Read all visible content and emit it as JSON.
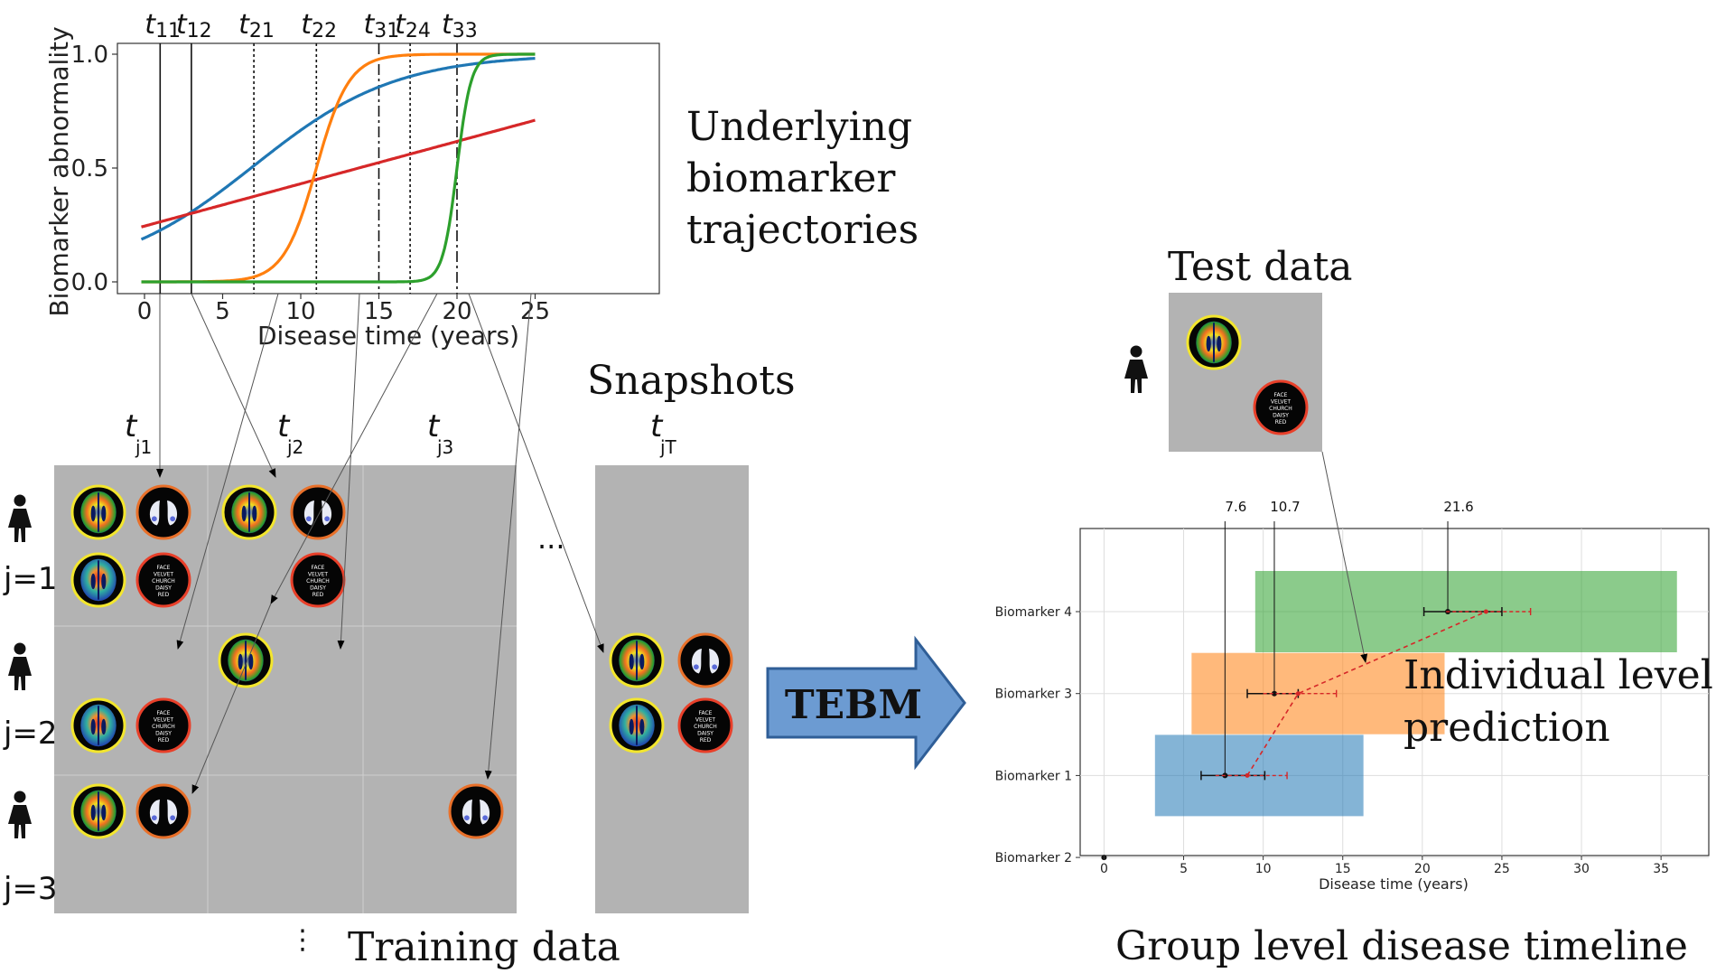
{
  "top_chart": {
    "ylabel": "Biomarker abnormality",
    "xlabel": "Disease time (years)",
    "x_ticks": [
      "0",
      "5",
      "10",
      "15",
      "20",
      "25"
    ],
    "y_ticks": [
      "0.0",
      "0.5",
      "1.0"
    ],
    "time_labels": [
      {
        "base": "t",
        "sub": "11"
      },
      {
        "base": "t",
        "sub": "12"
      },
      {
        "base": "t",
        "sub": "21"
      },
      {
        "base": "t",
        "sub": "22"
      },
      {
        "base": "t",
        "sub": "31"
      },
      {
        "base": "t",
        "sub": "24"
      },
      {
        "base": "t",
        "sub": "33"
      }
    ],
    "colors": {
      "blue": "#1f77b4",
      "orange": "#ff7f0e",
      "green": "#2ca02c",
      "red": "#d62728"
    }
  },
  "labels": {
    "underlying": [
      "Underlying",
      "biomarker",
      "trajectories"
    ],
    "snapshots": "Snapshots",
    "training": "Training data",
    "test": "Test data",
    "tebm": "TEBM",
    "individual": [
      "Individual level",
      "prediction"
    ],
    "group": "Group level disease timeline",
    "ellipsis_h": "...",
    "ellipsis_v": "⋮"
  },
  "columns": [
    {
      "base": "t",
      "sub": "j1"
    },
    {
      "base": "t",
      "sub": "j2"
    },
    {
      "base": "t",
      "sub": "j3"
    },
    {
      "base": "t",
      "sub": "jT"
    }
  ],
  "rows": [
    "j=1",
    "j=2",
    "j=3"
  ],
  "word_list": [
    "FACE",
    "VELVET",
    "CHURCH",
    "DAISY",
    "RED"
  ],
  "chart_data": {
    "type": "bar",
    "xlabel": "Disease time (years)",
    "x_ticks": [
      "0",
      "5",
      "10",
      "15",
      "20",
      "25",
      "30",
      "35"
    ],
    "xlim": [
      -1.5,
      38
    ],
    "categories": [
      "Biomarker 4",
      "Biomarker 3",
      "Biomarker 1",
      "Biomarker 2"
    ],
    "bars": [
      {
        "category": "Biomarker 4",
        "start": 9.5,
        "end": 36,
        "color": "#2ca02c"
      },
      {
        "category": "Biomarker 3",
        "start": 5.5,
        "end": 21.4,
        "color": "#ff7f0e"
      },
      {
        "category": "Biomarker 1",
        "start": 3.2,
        "end": 16.3,
        "color": "#1f77b4"
      }
    ],
    "points": [
      {
        "category": "Biomarker 4",
        "x": 21.6,
        "err_low": 20.1,
        "err_high": 25
      },
      {
        "category": "Biomarker 3",
        "x": 10.7,
        "err_low": 9,
        "err_high": 12.2
      },
      {
        "category": "Biomarker 1",
        "x": 7.6,
        "err_low": 6.1,
        "err_high": 10.1
      },
      {
        "category": "Biomarker 2",
        "x": 0,
        "err_low": 0,
        "err_high": 0
      }
    ],
    "prediction_points": [
      {
        "category": "Biomarker 1",
        "x": 9.0,
        "err_low": 7.0,
        "err_high": 11.5
      },
      {
        "category": "Biomarker 3",
        "x": 12.2,
        "err_low": 10.0,
        "err_high": 14.6
      },
      {
        "category": "Biomarker 4",
        "x": 24.0,
        "err_low": 21.5,
        "err_high": 26.8
      }
    ],
    "annotations": [
      "7.6",
      "10.7",
      "21.6"
    ]
  }
}
